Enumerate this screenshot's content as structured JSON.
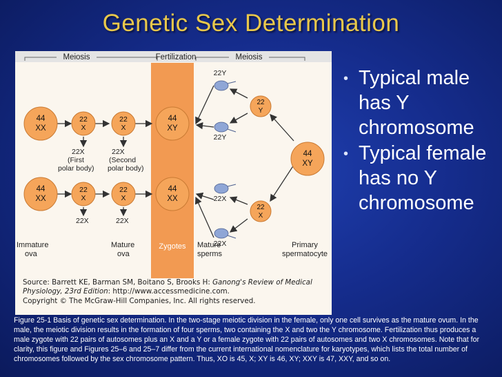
{
  "slide": {
    "title": "Genetic Sex Determination",
    "bullets": [
      "Typical male has Y chromosome",
      "Typical female has no Y chromosome"
    ],
    "caption": "Figure 25-1  Basis of genetic sex determination. In the two-stage meiotic division in the female, only one cell survives as the mature ovum. In the male, the meiotic division results in the formation of four sperms, two containing the X and two the Y chromosome. Fertilization thus produces a male zygote with 22 pairs of autosomes plus an X and a Y or a female zygote with 22 pairs of autosomes and two X chromosomes. Note that for clarity, this figure and Figures 25–6 and 25–7 differ from the current international nomenclature for karyotypes, which lists the total number of chromosomes followed by the sex chromosome pattern. Thus, XO is 45, X; XY is 46, XY; XXY is 47, XXY, and so on."
  },
  "figure": {
    "headers": {
      "meiosis_left": "Meiosis",
      "fertilization": "Fertilization",
      "meiosis_right": "Meiosis"
    },
    "female_ova": [
      {
        "top": "44",
        "bottom": "XX"
      },
      {
        "top": "44",
        "bottom": "XX"
      }
    ],
    "female_stage1": [
      {
        "top": "22",
        "bottom": "X"
      },
      {
        "top": "22",
        "bottom": "X"
      }
    ],
    "female_stage2": [
      {
        "top": "22",
        "bottom": "X"
      },
      {
        "top": "22",
        "bottom": "X"
      }
    ],
    "zygotes": [
      {
        "top": "44",
        "bottom": "XY"
      },
      {
        "top": "44",
        "bottom": "XX"
      }
    ],
    "polar1": [
      "22X",
      "(First",
      "polar body)"
    ],
    "polar2": [
      "22X",
      "(Second",
      "polar body)"
    ],
    "lower_22x_a": "22X",
    "lower_22x_b": "22X",
    "sperms": [
      "22Y",
      "22Y",
      "22X",
      "22X"
    ],
    "male_stage1": [
      {
        "top": "22",
        "bottom": "Y"
      },
      {
        "top": "22",
        "bottom": "X"
      }
    ],
    "spermatocyte": {
      "top": "44",
      "bottom": "XY"
    },
    "bottom_labels": {
      "immature": [
        "Immature",
        "ova"
      ],
      "mature_ova": [
        "Mature",
        "ova"
      ],
      "zygotes": "Zygotes",
      "mature_sperms": [
        "Mature",
        "sperms"
      ],
      "primary": [
        "Primary",
        "spermatocyte"
      ]
    },
    "source": {
      "line1_plain": "Source: Barrett KE, Barman SM, Boitano S, Brooks H: ",
      "line1_italic": "Ganong's Review of Medical",
      "line2_italic": "Physiology, 23rd Edition",
      "line2_plain": ": http://www.accessmedicine.com.",
      "line3": "Copyright © The McGraw-Hill Companies, Inc. All rights reserved."
    },
    "colors": {
      "orange": "#f5a55a",
      "bar": "#f29a52",
      "sperm_blue": "#8fa6d6",
      "header_gray": "#d9d9d9"
    }
  }
}
